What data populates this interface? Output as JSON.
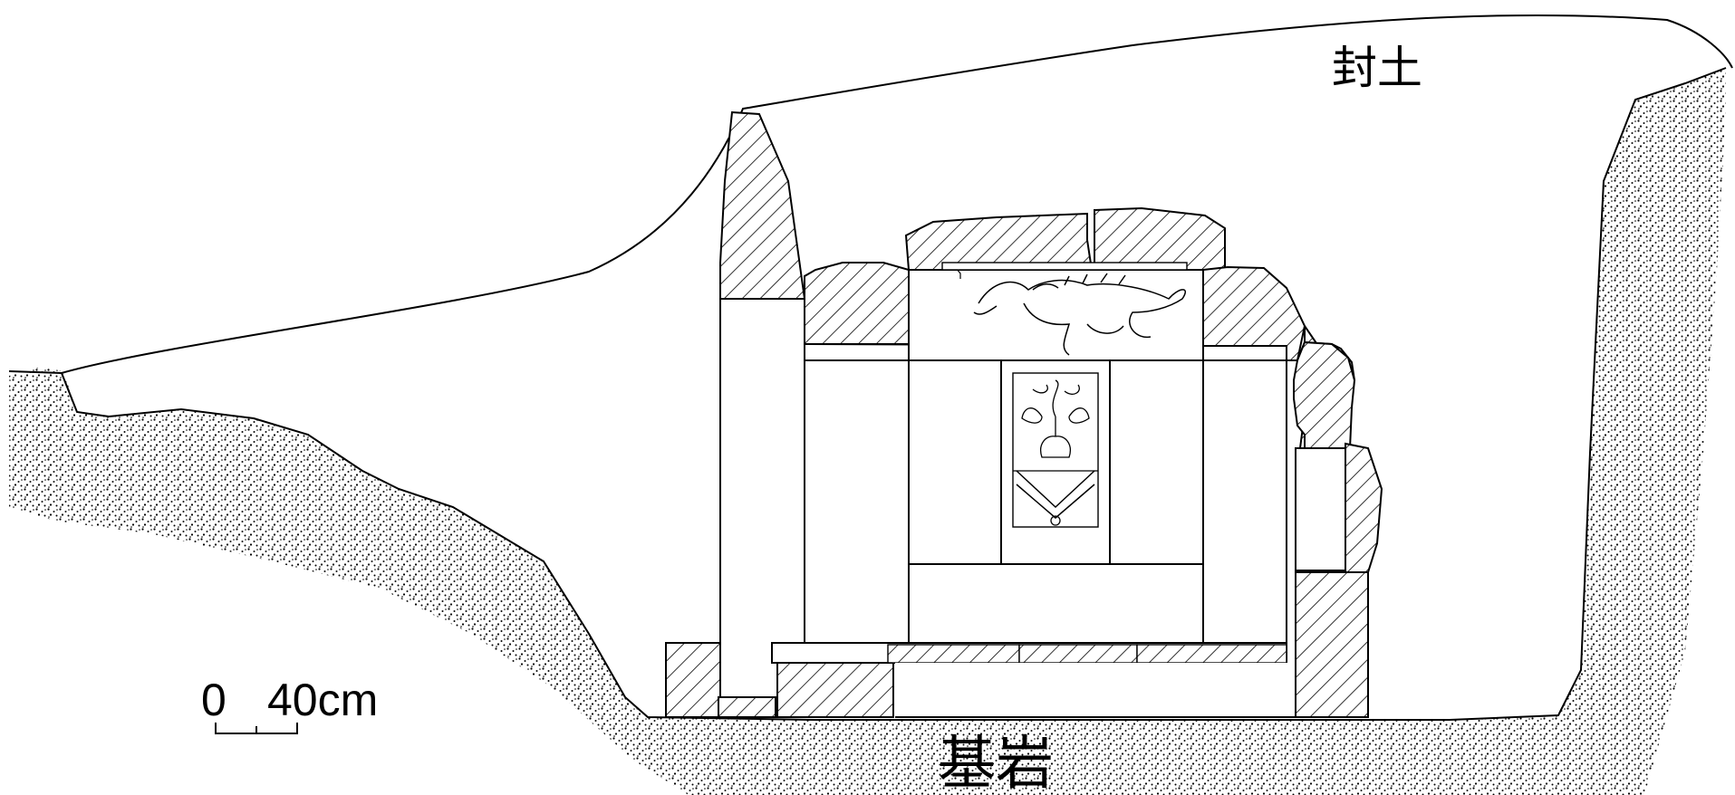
{
  "labels": {
    "mound": "封土",
    "bedrock": "基岩"
  },
  "scale_bar": {
    "start": "0",
    "end": "40cm"
  },
  "colors": {
    "line": "#000000",
    "background": "#ffffff"
  }
}
